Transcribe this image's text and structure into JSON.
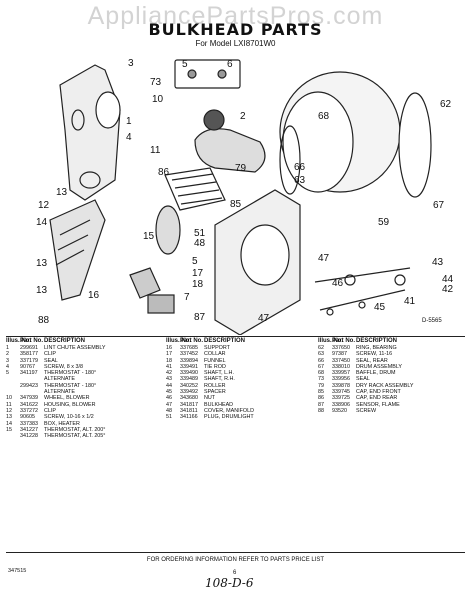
{
  "watermark": "AppliancePartsPros.com",
  "title": "BULKHEAD PARTS",
  "subtitle": "For Model LXI8701W0",
  "figure_code": "D-5565",
  "callouts": [
    "3",
    "73",
    "5",
    "6",
    "10",
    "4",
    "1",
    "11",
    "62",
    "68",
    "2",
    "66",
    "63",
    "86",
    "79",
    "67",
    "13",
    "12",
    "85",
    "59",
    "14",
    "15",
    "51",
    "48",
    "13",
    "47",
    "43",
    "5",
    "17",
    "44",
    "42",
    "18",
    "16",
    "46",
    "41",
    "13",
    "7",
    "87",
    "88",
    "47",
    "45"
  ],
  "table": {
    "headers": {
      "no": "Illus. No.",
      "part": "Part No.",
      "desc": "DESCRIPTION"
    },
    "columns": [
      [
        {
          "no": "1",
          "part": "299691",
          "desc": "LINT CHUTE ASSEMBLY"
        },
        {
          "no": "2",
          "part": "358177",
          "desc": "CLIP"
        },
        {
          "no": "3",
          "part": "337179",
          "desc": "SEAL"
        },
        {
          "no": "4",
          "part": "90767",
          "desc": "SCREW, 8 x 3/8"
        },
        {
          "no": "5",
          "part": "341197",
          "desc": "THERMOSTAT - 180°"
        },
        {
          "no": "",
          "part": "",
          "desc": "ALTERNATE"
        },
        {
          "no": "",
          "part": "299423",
          "desc": "THERMOSTAT - 180°"
        },
        {
          "no": "",
          "part": "",
          "desc": "ALTERNATE"
        },
        {
          "no": "10",
          "part": "347939",
          "desc": "WHEEL, BLOWER"
        },
        {
          "no": "11",
          "part": "341622",
          "desc": "HOUSING, BLOWER"
        },
        {
          "no": "12",
          "part": "337272",
          "desc": "CLIP"
        },
        {
          "no": "13",
          "part": "90605",
          "desc": "SCREW, 10-16 x 1/2"
        },
        {
          "no": "14",
          "part": "337383",
          "desc": "BOX, HEATER"
        },
        {
          "no": "15",
          "part": "341227",
          "desc": "THERMOSTAT, ALT. 200°"
        },
        {
          "no": "",
          "part": "341228",
          "desc": "THERMOSTAT, ALT. 205°"
        }
      ],
      [
        {
          "no": "16",
          "part": "337685",
          "desc": "SUPPORT"
        },
        {
          "no": "17",
          "part": "337452",
          "desc": "COLLAR"
        },
        {
          "no": "18",
          "part": "339894",
          "desc": "FUNNEL"
        },
        {
          "no": "41",
          "part": "339491",
          "desc": "TIE ROD"
        },
        {
          "no": "42",
          "part": "339490",
          "desc": "SHAFT, L.H."
        },
        {
          "no": "43",
          "part": "339489",
          "desc": "SHAFT, R.H."
        },
        {
          "no": "44",
          "part": "340252",
          "desc": "ROLLER"
        },
        {
          "no": "45",
          "part": "339492",
          "desc": "SPACER"
        },
        {
          "no": "46",
          "part": "343680",
          "desc": "NUT"
        },
        {
          "no": "47",
          "part": "341817",
          "desc": "BULKHEAD"
        },
        {
          "no": "48",
          "part": "341811",
          "desc": "COVER, MANIFOLD"
        },
        {
          "no": "51",
          "part": "341166",
          "desc": "PLUG, DRUMLIGHT"
        }
      ],
      [
        {
          "no": "62",
          "part": "337650",
          "desc": "RING, BEARING"
        },
        {
          "no": "63",
          "part": "97387",
          "desc": "SCREW, 11-16"
        },
        {
          "no": "66",
          "part": "337450",
          "desc": "SEAL, REAR"
        },
        {
          "no": "67",
          "part": "338010",
          "desc": "DRUM ASSEMBLY"
        },
        {
          "no": "68",
          "part": "339957",
          "desc": "BAFFLE, DRUM"
        },
        {
          "no": "73",
          "part": "339956",
          "desc": "SEAL"
        },
        {
          "no": "79",
          "part": "339878",
          "desc": "DRY RACK ASSEMBLY"
        },
        {
          "no": "85",
          "part": "339745",
          "desc": "CAP, END FRONT"
        },
        {
          "no": "86",
          "part": "339725",
          "desc": "CAP, END REAR"
        },
        {
          "no": "87",
          "part": "338906",
          "desc": "SENSOR, FLAME"
        },
        {
          "no": "88",
          "part": "93520",
          "desc": "SCREW"
        }
      ]
    ]
  },
  "footer_note": "FOR ORDERING INFORMATION REFER TO PARTS PRICE LIST",
  "footer_code": "347515",
  "page_number": "6",
  "handwritten": "108-D-6"
}
